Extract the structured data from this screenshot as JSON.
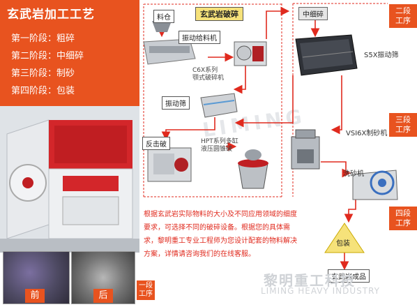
{
  "title": "玄武岩加工工艺",
  "stages": [
    "第一阶段：粗碎",
    "第二阶段：中细碎",
    "第三阶段：制砂",
    "第四阶段：包装"
  ],
  "before_label": "前",
  "after_label": "后",
  "stage_tags": {
    "one": "一段\n工序",
    "two": "二段\n工序",
    "three": "三段\n工序",
    "four": "四段\n工序"
  },
  "flow": {
    "silo": "料仓",
    "basalt_crushing": "玄武岩破碎",
    "vibrating_feeder": "振动给料机",
    "jaw_crusher": "C6X系列\n颚式破碎机",
    "vibrating_screen_1": "振动筛",
    "impact_crusher": "反击破",
    "cone_crusher": "HPT系列多缸\n液压圆锥破",
    "medium_fine": "中细碎",
    "s5x_screen": "S5X振动筛",
    "vsi_sand": "VSI6X制砂机",
    "sand_washer": "洗砂机",
    "packaging": "包装",
    "finished_product": "玄武岩成品"
  },
  "description": "根据玄武岩实际物料的大小及不同应用领域的细度要求，可选择不同的破碎设备。根据您的具体需求，黎明重工专业工程师为您设计配套的物料解决方案，详情请咨询我们的在线客服。",
  "brand": {
    "cn": "黎明重工科技",
    "en": "LIMING HEAVY INDUSTRY"
  },
  "watermark": "LIMING",
  "colors": {
    "accent": "#e8531f",
    "arrow": "#e02a1e",
    "brand_gray": "#cfd2d6"
  }
}
